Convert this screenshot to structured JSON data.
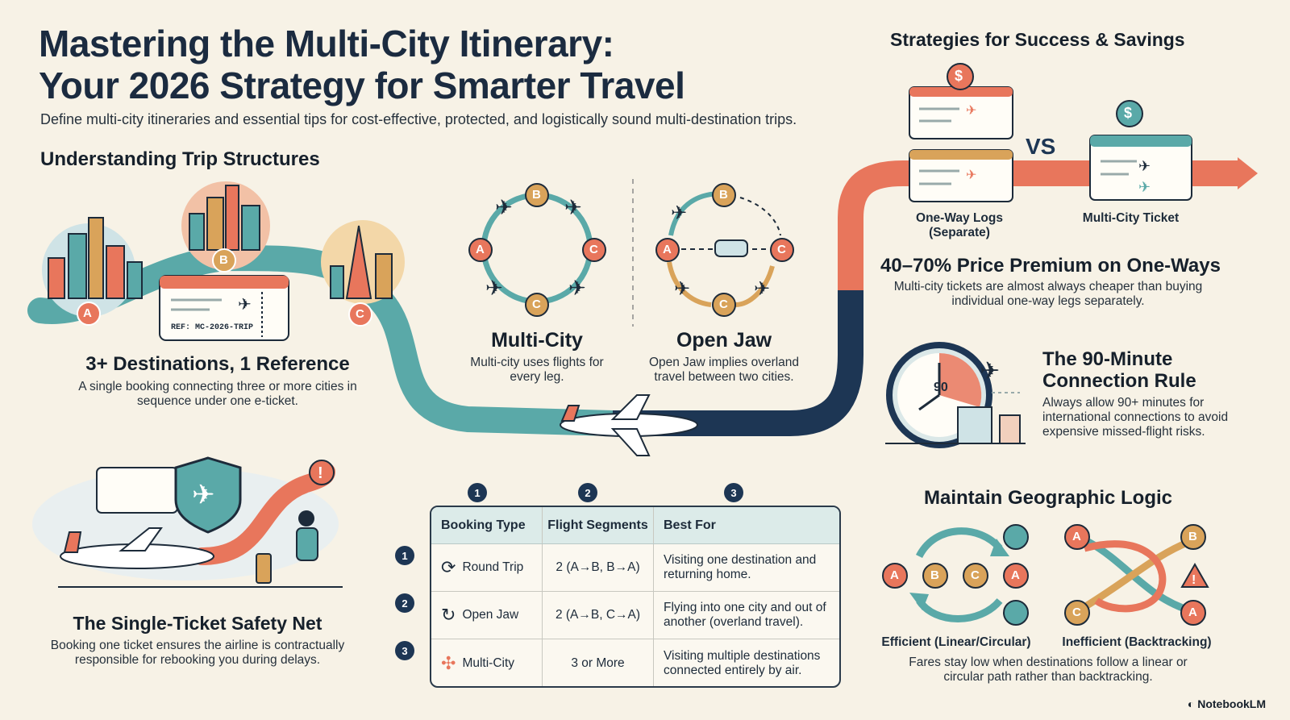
{
  "header": {
    "title_line1": "Mastering the Multi-City Itinerary:",
    "title_line2": "Your 2026 Strategy for Smarter Travel",
    "subtitle": "Define multi-city itineraries and essential tips for cost-effective, protected, and logistically sound multi-destination trips."
  },
  "structures": {
    "heading": "Understanding Trip Structures",
    "ticket_ref": "REF: MC-2026-TRIP",
    "labels": [
      "A",
      "B",
      "C"
    ],
    "dest_title": "3+ Destinations, 1 Reference",
    "dest_text": "A single booking connecting three or more cities in sequence under one e-ticket.",
    "multicity_title": "Multi-City",
    "multicity_text": "Multi-city uses flights for every leg.",
    "openjaw_title": "Open Jaw",
    "openjaw_text": "Open Jaw implies overland travel between two cities."
  },
  "safety": {
    "title": "The Single-Ticket Safety Net",
    "text": "Booking one ticket ensures the airline is contractually responsible for rebooking you during delays."
  },
  "table": {
    "col_numbers": [
      "1",
      "2",
      "3"
    ],
    "headers": [
      "Booking Type",
      "Flight Segments",
      "Best For"
    ],
    "rows": [
      {
        "num": "1",
        "type": "Round Trip",
        "segments": "2 (A→B, B→A)",
        "best": "Visiting one destination and returning home."
      },
      {
        "num": "2",
        "type": "Open Jaw",
        "segments": "2 (A→B, C→A)",
        "best": "Flying into one city and out of another (overland travel)."
      },
      {
        "num": "3",
        "type": "Multi-City",
        "segments": "3 or More",
        "best": "Visiting multiple destinations connected entirely by air."
      }
    ]
  },
  "strategies": {
    "heading": "Strategies for Success & Savings",
    "vs": "VS",
    "dollar": "$",
    "oneway_label": "One-Way Logs (Separate)",
    "multicity_label": "Multi-City Ticket",
    "premium_title": "40–70% Price Premium on One-Ways",
    "premium_text": "Multi-city tickets are almost always cheaper than buying individual one-way legs separately.",
    "clock_value": "90",
    "rule_title": "The 90-Minute Connection Rule",
    "rule_text": "Always allow 90+ minutes for international connections to avoid expensive missed-flight risks."
  },
  "geo": {
    "heading": "Maintain Geographic Logic",
    "efficient_label": "Efficient (Linear/Circular)",
    "inefficient_label": "Inefficient (Backtracking)",
    "text": "Fares stay low when destinations follow a linear or circular path rather than backtracking."
  },
  "brand": "NotebookLM",
  "colors": {
    "coral": "#e8765c",
    "teal": "#5aa9a8",
    "navy": "#1d3654",
    "gold": "#d9a35a",
    "background": "#f7f2e6"
  }
}
